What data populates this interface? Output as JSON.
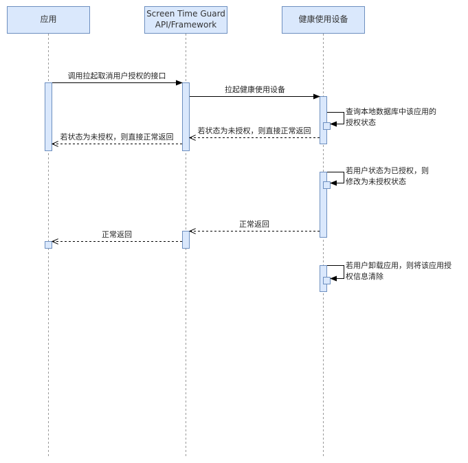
{
  "participants": {
    "app": "应用",
    "framework": "Screen Time Guard\nAPI/Framework",
    "device": "健康使用设备"
  },
  "messages": {
    "m1": "调用拉起取消用户授权的接口",
    "m2": "拉起健康使用设备",
    "m3_line1": "查询本地数据库中该应用的",
    "m3_line2": "授权状态",
    "m4": "若状态为未授权，则直接正常返回",
    "m5": "若状态为未授权，则直接正常返回",
    "m6_line1": "若用户状态为已授权，则",
    "m6_line2": "修改为未授权状态",
    "m7": "正常返回",
    "m8": "正常返回",
    "m9_line1": "若用户卸载应用，则将该应用授",
    "m9_line2": "权信息清除"
  },
  "colors": {
    "participant_fill": "#dae8fc",
    "participant_stroke": "#6c8ebf",
    "line": "#000000",
    "lifeline": "#999999"
  }
}
